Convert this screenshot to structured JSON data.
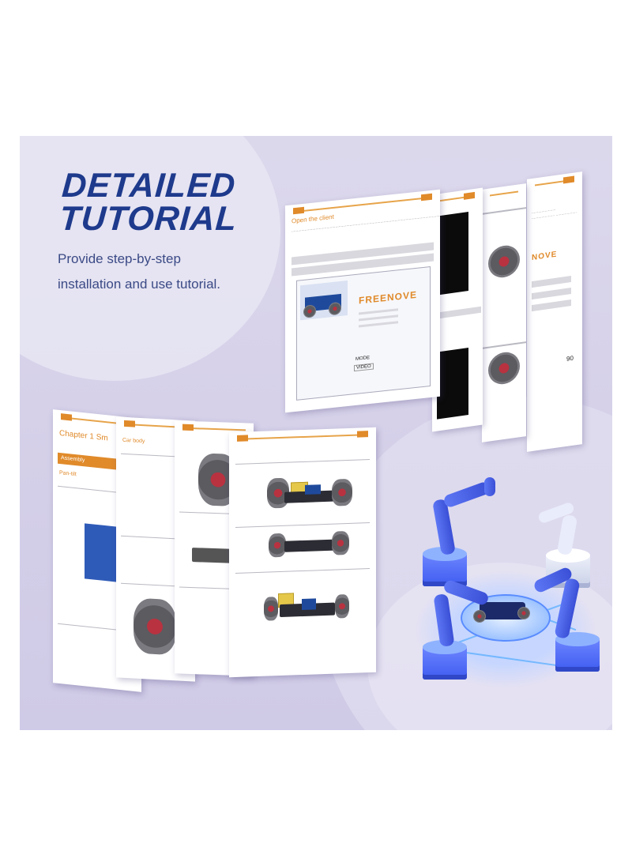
{
  "headline": {
    "line1": "DETAILED",
    "line2": "TUTORIAL"
  },
  "subtitle": {
    "line1": "Provide step-by-step",
    "line2": "installation and use tutorial."
  },
  "pages": {
    "top": {
      "section_title": "Open the client",
      "freenove_logo": "FREENOVE",
      "mode_label": "MODE",
      "video_label": "VIDEO",
      "value_90": "90",
      "side_logo": "NOVE"
    },
    "bottom": {
      "chapter_title": "Chapter 1 Sm",
      "assembly_label": "Assembly",
      "pantilt_label": "Pan-tilt",
      "car_body_label": "Car body"
    }
  },
  "colors": {
    "headline": "#1e3a8c",
    "accent_orange": "#e08a2a",
    "background": "#d6d1e9",
    "robot_blue": "#4a63f0"
  },
  "icons": [
    "robot-arm-icon",
    "cube-platform-icon",
    "car-robot-icon"
  ]
}
